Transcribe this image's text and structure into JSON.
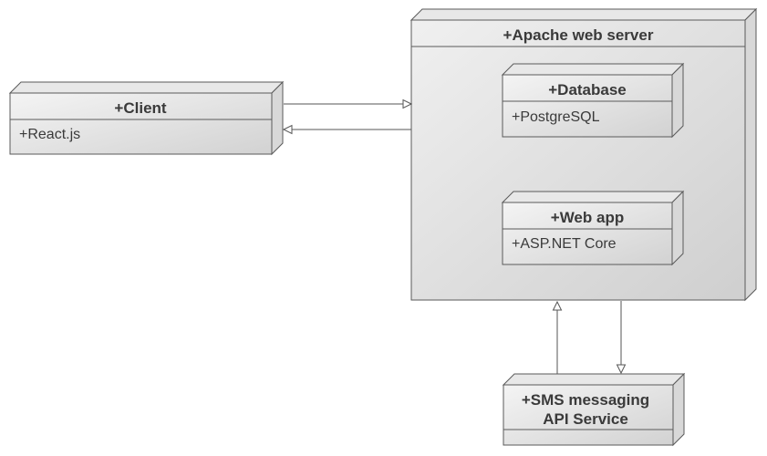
{
  "diagram": {
    "client": {
      "title": "+Client",
      "property": "+React.js"
    },
    "server": {
      "title": "+Apache web server"
    },
    "database": {
      "title": "+Database",
      "property": "+PostgreSQL"
    },
    "webapp": {
      "title": "+Web app",
      "property": "+ASP.NET Core"
    },
    "sms": {
      "title_line1": "+SMS messaging",
      "title_line2": "API Service"
    }
  }
}
